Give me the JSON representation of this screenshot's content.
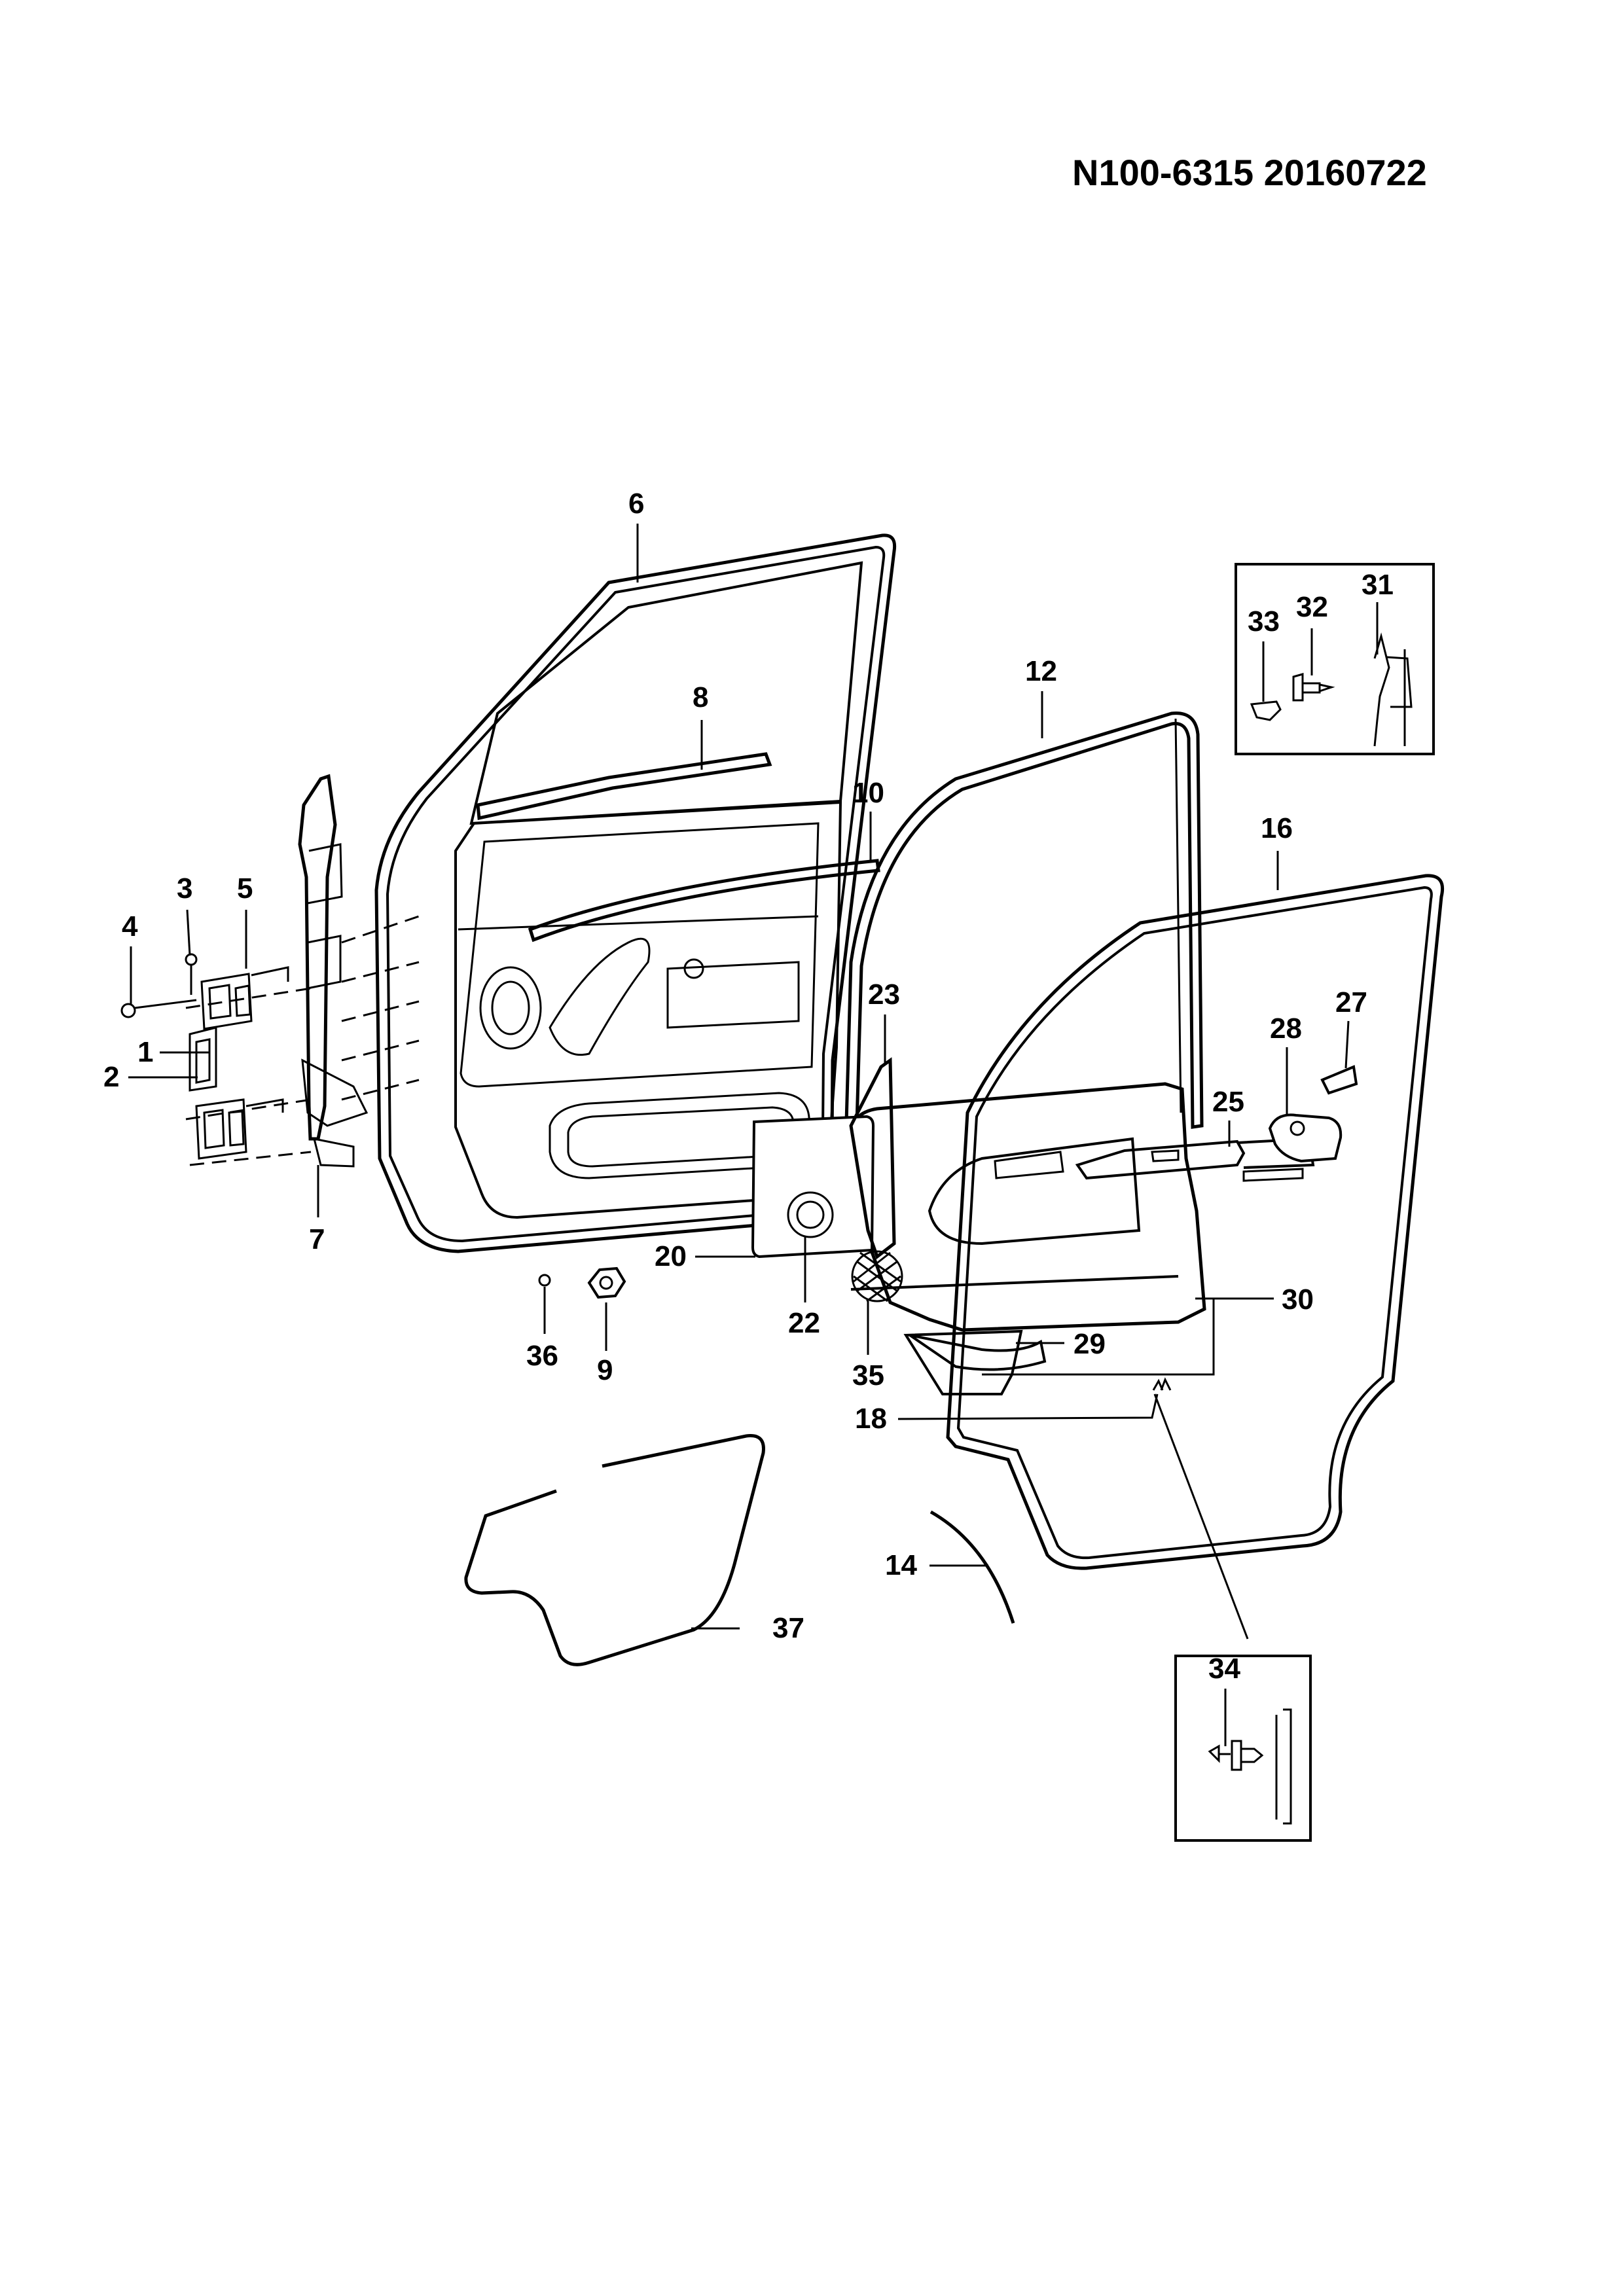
{
  "document_id": "N100-6315  20160722",
  "callouts": {
    "c1": "1",
    "c2": "2",
    "c3": "3",
    "c4": "4",
    "c5": "5",
    "c6": "6",
    "c7": "7",
    "c8": "8",
    "c9": "9",
    "c10": "10",
    "c12": "12",
    "c14": "14",
    "c16": "16",
    "c18": "18",
    "c20": "20",
    "c22": "22",
    "c23": "23",
    "c25": "25",
    "c27": "27",
    "c28": "28",
    "c29": "29",
    "c30": "30",
    "c31": "31",
    "c32": "32",
    "c33": "33",
    "c34": "34",
    "c35": "35",
    "c36": "36",
    "c37": "37"
  }
}
